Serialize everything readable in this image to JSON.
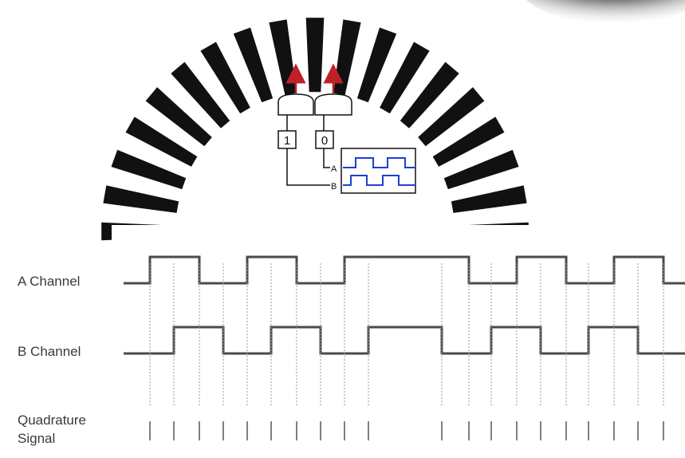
{
  "sensor": {
    "detector_1_value": "1",
    "detector_2_value": "0",
    "input_a_label": "A",
    "input_b_label": "B"
  },
  "channels": {
    "a_label": "A Channel",
    "b_label": "B Channel",
    "quadrature_label_line1": "Quadrature",
    "quadrature_label_line2": "Signal"
  },
  "colors": {
    "arrow": "#c0202a",
    "mini_waveform": "#1f3fd6",
    "trace": "#4a4a4a",
    "disc_slot": "#111111"
  }
}
